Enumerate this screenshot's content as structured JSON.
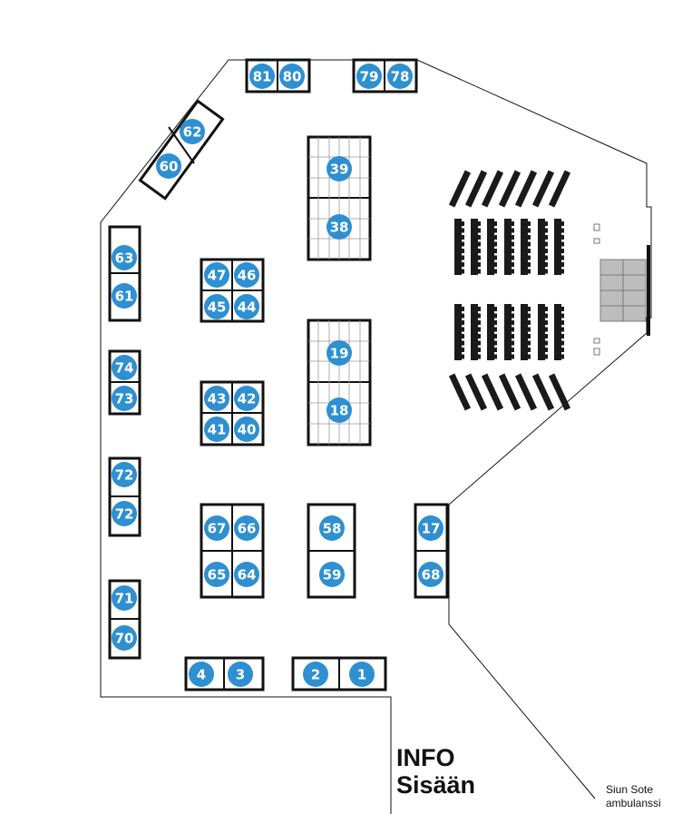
{
  "labels": {
    "info": "INFO",
    "entrance": "Sisään",
    "ambulance_line1": "Siun Sote",
    "ambulance_line2": "ambulanssi"
  },
  "colors": {
    "booth_marker": "#2e8fd1",
    "outline": "#111111",
    "seat": "#1a1a1a",
    "stage": "#bdbdbd",
    "grid": "#9a9a9a"
  },
  "booths": [
    "81",
    "80",
    "79",
    "78",
    "62",
    "60",
    "39",
    "38",
    "63",
    "61",
    "47",
    "46",
    "45",
    "44",
    "19",
    "18",
    "74",
    "73",
    "43",
    "42",
    "41",
    "40",
    "72",
    "72",
    "67",
    "66",
    "65",
    "64",
    "58",
    "59",
    "17",
    "68",
    "71",
    "70",
    "4",
    "3",
    "2",
    "1"
  ]
}
